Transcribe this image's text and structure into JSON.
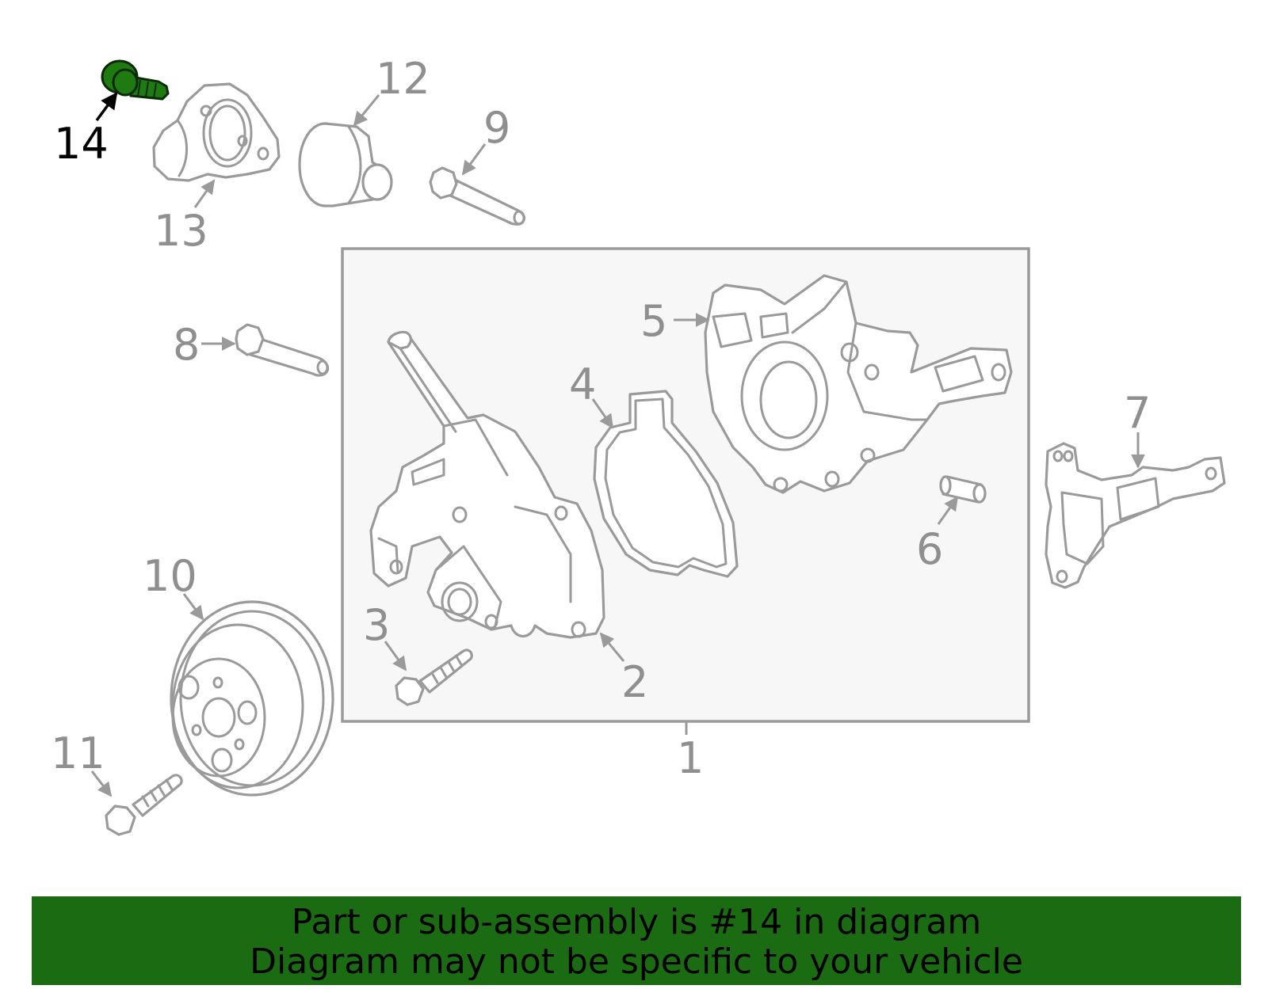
{
  "diagram": {
    "callouts": [
      {
        "id": "1",
        "label": "1"
      },
      {
        "id": "2",
        "label": "2"
      },
      {
        "id": "3",
        "label": "3"
      },
      {
        "id": "4",
        "label": "4"
      },
      {
        "id": "5",
        "label": "5"
      },
      {
        "id": "6",
        "label": "6"
      },
      {
        "id": "7",
        "label": "7"
      },
      {
        "id": "8",
        "label": "8"
      },
      {
        "id": "9",
        "label": "9"
      },
      {
        "id": "10",
        "label": "10"
      },
      {
        "id": "11",
        "label": "11"
      },
      {
        "id": "12",
        "label": "12"
      },
      {
        "id": "13",
        "label": "13"
      },
      {
        "id": "14",
        "label": "14"
      }
    ],
    "highlighted_part": "14"
  },
  "banner": {
    "line1": "Part or sub-assembly is #14 in diagram",
    "line2": "Diagram may not be specific to your vehicle"
  },
  "colors": {
    "highlight": "#1f7a12",
    "banner": "#1a6b12",
    "line_art": "#9a9a9a",
    "assembly_box_fill": "#f7f7f7"
  }
}
